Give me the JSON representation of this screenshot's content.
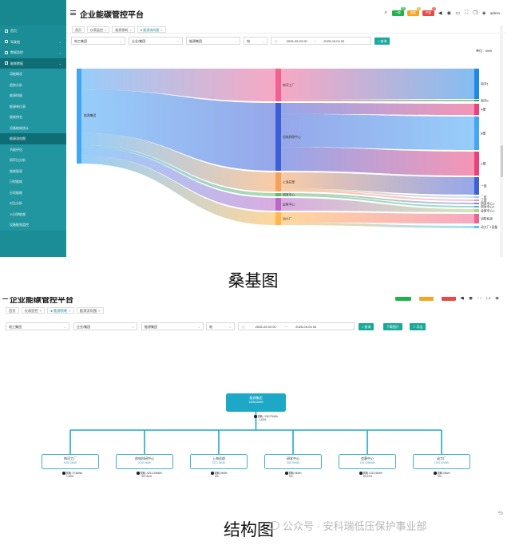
{
  "app": {
    "title": "企业能碳管控平台",
    "user": "admin",
    "status_pills": [
      {
        "label": "一般",
        "badge": "12",
        "color": "#22b14c",
        "badge_color": "#4cc45a"
      },
      {
        "label": "重要",
        "badge": "6",
        "color": "#f5a623",
        "badge_color": "#f7b84a"
      },
      {
        "label": "严重",
        "badge": "3",
        "color": "#e84a4a",
        "badge_color": "#ef6b6b"
      }
    ]
  },
  "sidebar": {
    "top_items": [
      {
        "label": "首页",
        "icon": "home-icon",
        "active": false,
        "has_children": false
      },
      {
        "label": "驾驶舱",
        "icon": "monitor-icon",
        "active": false,
        "has_children": true
      },
      {
        "label": "数据监控",
        "icon": "gear-icon",
        "active": false,
        "has_children": true
      },
      {
        "label": "能耗数据",
        "icon": "chart-icon",
        "active": true,
        "has_children": true
      }
    ],
    "sub_items": [
      {
        "label": "用能概况",
        "active": false
      },
      {
        "label": "趋势分析",
        "active": false
      },
      {
        "label": "能源排放",
        "active": false
      },
      {
        "label": "能源单位表",
        "active": false
      },
      {
        "label": "能耗排名",
        "active": false
      },
      {
        "label": "设备能耗统计",
        "active": false
      },
      {
        "label": "能源流向图",
        "active": true
      },
      {
        "label": "节能评估",
        "active": false
      },
      {
        "label": "同环比分析",
        "active": false
      },
      {
        "label": "能耗报表",
        "active": false
      },
      {
        "label": "日时能耗",
        "active": false
      },
      {
        "label": "分项能耗",
        "active": false
      },
      {
        "label": "对比分析",
        "active": false
      },
      {
        "label": "11分钟能耗",
        "active": false
      },
      {
        "label": "设备能效监控",
        "active": false
      }
    ]
  },
  "screenshot1": {
    "tabs": [
      {
        "label": "首页",
        "closable": false,
        "active": false
      },
      {
        "label": "仪表监控",
        "closable": true,
        "active": false
      },
      {
        "label": "能源损耗",
        "closable": true,
        "active": false
      },
      {
        "label": "● 能源流向图",
        "closable": true,
        "active": true
      }
    ],
    "filters": {
      "group": "电工集团",
      "company": "企业/集团",
      "scope": "能源集团",
      "energy_type": "电",
      "date_start": "2025-09-03 00",
      "date_sep": "~",
      "date_end": "2025-09-04 00",
      "query_button": "查询"
    },
    "unit_label": "单位：kWh",
    "caption": "桑基图"
  },
  "screenshot2": {
    "tabs": [
      {
        "label": "首页",
        "closable": false,
        "active": false
      },
      {
        "label": "仪表监控",
        "closable": true,
        "active": false
      },
      {
        "label": "● 能源损耗",
        "closable": true,
        "active": true
      },
      {
        "label": "能源流向图",
        "closable": true,
        "active": false
      }
    ],
    "filters": {
      "group": "电工集团",
      "company": "企业/集团",
      "scope": "能源集团",
      "energy_type": "电",
      "date_start": "2025-09-03 00",
      "date_sep": "~",
      "date_end": "2025-09-04 00",
      "query_button": "查询",
      "download_button": "下载图片",
      "export_button": "导出"
    },
    "tree": {
      "root": {
        "name": "能源集团",
        "value": "11653.8kWh"
      },
      "root_loss": {
        "amount": "损耗:-135.27kWh",
        "rate": "-1.16%"
      },
      "children": [
        {
          "name": "南河工厂",
          "value": "4008.3kWh",
          "loss_amount": "损耗:73.5kWh",
          "loss_rate": "1.83%"
        },
        {
          "name": "创电科研中心",
          "value": "2018.0kWh",
          "loss_amount": "损耗:-6212.29kWh",
          "loss_rate": "-307.84%"
        },
        {
          "name": "上海总部",
          "value": "2371.8kWh",
          "loss_amount": "损耗:0kWh",
          "loss_rate": "0%"
        },
        {
          "name": "研发中心",
          "value": "258.40kWh",
          "loss_amount": "损耗:0kWh",
          "loss_rate": "0%"
        },
        {
          "name": "会客中心",
          "value": "1441.88kWh",
          "loss_amount": "损耗:1213.5kWh",
          "loss_rate": "84.21%"
        },
        {
          "name": "动力厂",
          "value": "1920.87kWh",
          "loss_amount": "损耗:0kWh",
          "loss_rate": "0%"
        }
      ]
    },
    "caption": "结构图"
  },
  "watermark": "公众号 · 安科瑞低压保护事业部",
  "chart_data": {
    "type": "sankey",
    "unit": "kWh",
    "source": "能源集团",
    "levels": [
      {
        "name": "南河工厂",
        "color": "#f06292",
        "targets": [
          {
            "name": "南河1",
            "color": "#1e88e5"
          },
          {
            "name": "南河2",
            "color": "#43a047"
          }
        ]
      },
      {
        "name": "创电科研中心",
        "color": "#3f5fd8",
        "targets": [
          {
            "name": "A楼",
            "color": "#ec407a"
          },
          {
            "name": "B楼",
            "color": "#42a5f5"
          },
          {
            "name": "C楼",
            "color": "#ec407a"
          }
        ]
      },
      {
        "name": "上海总部",
        "color": "#f4a15d",
        "targets": [
          {
            "name": "一层",
            "color": "#3f5fd8"
          },
          {
            "name": "二层",
            "color": "#90caf9"
          },
          {
            "name": "三层",
            "color": "#f48fb1"
          }
        ]
      },
      {
        "name": "研发中心",
        "color": "#66bb6a",
        "targets": [
          {
            "name": "研发中心1",
            "color": "#7986cb"
          },
          {
            "name": "研发中心2",
            "color": "#4db6ac"
          }
        ]
      },
      {
        "name": "会客中心",
        "color": "#ba68c8",
        "targets": [
          {
            "name": "会客中心1",
            "color": "#aed581"
          }
        ]
      },
      {
        "name": "动力厂",
        "color": "#ffb74d",
        "targets": [
          {
            "name": "消防机房",
            "color": "#f06292"
          },
          {
            "name": "动力厂1设备",
            "color": "#4fc3f7"
          }
        ]
      }
    ]
  }
}
